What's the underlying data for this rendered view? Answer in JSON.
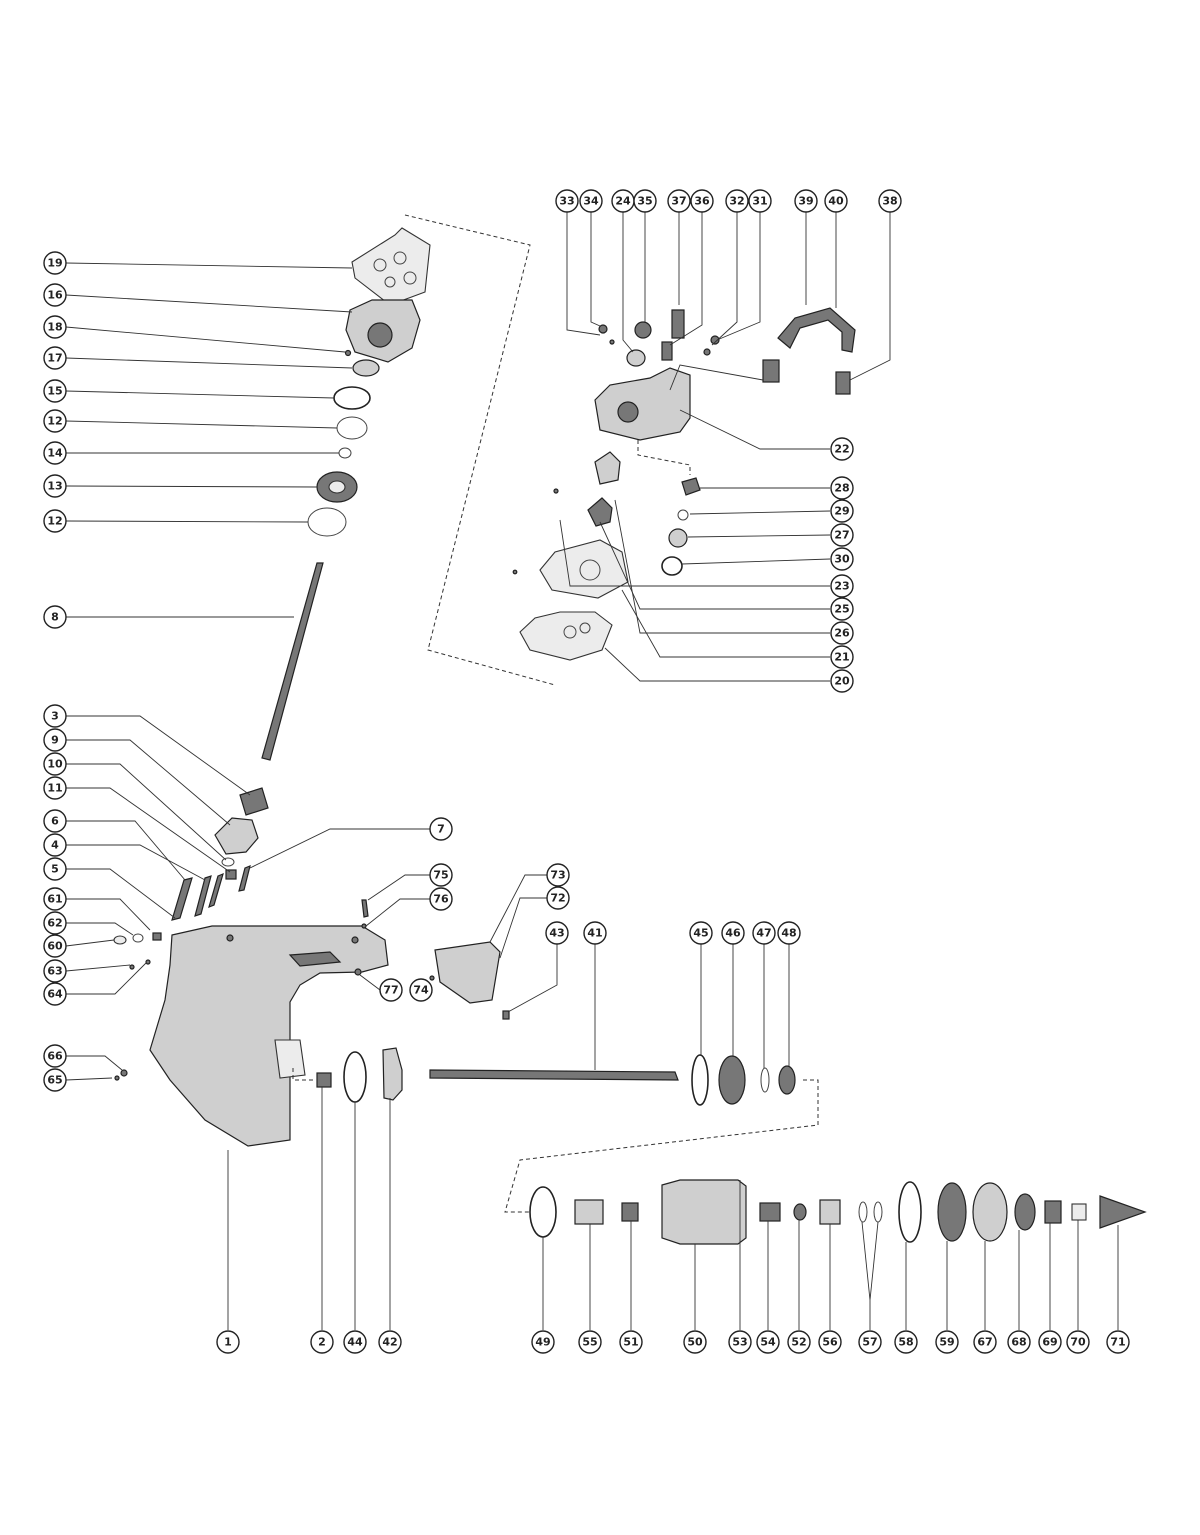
{
  "callouts": [
    "19",
    "16",
    "18",
    "17",
    "15",
    "12",
    "14",
    "13",
    "12",
    "8",
    "3",
    "9",
    "10",
    "11",
    "6",
    "4",
    "5",
    "61",
    "62",
    "60",
    "63",
    "64",
    "66",
    "65",
    "7",
    "75",
    "76",
    "77",
    "74",
    "73",
    "72",
    "43",
    "41",
    "45",
    "46",
    "47",
    "48",
    "33",
    "34",
    "24",
    "35",
    "37",
    "36",
    "32",
    "31",
    "39",
    "40",
    "38",
    "22",
    "28",
    "29",
    "27",
    "30",
    "23",
    "25",
    "26",
    "21",
    "20",
    "1",
    "2",
    "44",
    "42",
    "49",
    "55",
    "51",
    "50",
    "53",
    "54",
    "52",
    "56",
    "57",
    "58",
    "59",
    "67",
    "68",
    "69",
    "70",
    "71"
  ],
  "colors": {
    "ink": "#222222",
    "shade": "#cfcfcf",
    "dark": "#777777"
  }
}
